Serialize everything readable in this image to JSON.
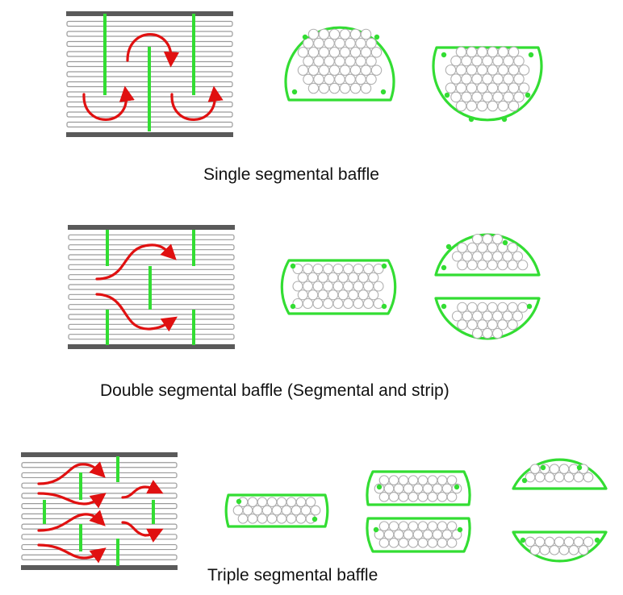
{
  "captions": {
    "single": "Single segmental baffle",
    "double": "Double segmental baffle (Segmental and strip)",
    "triple": "Triple segmental baffle"
  },
  "colors": {
    "shell": "#5a5a5a",
    "tube_outline": "#9a9a9a",
    "baffle": "#33dd33",
    "flow_arrow": "#e01010",
    "tube_hole": "#b0b0b0"
  }
}
